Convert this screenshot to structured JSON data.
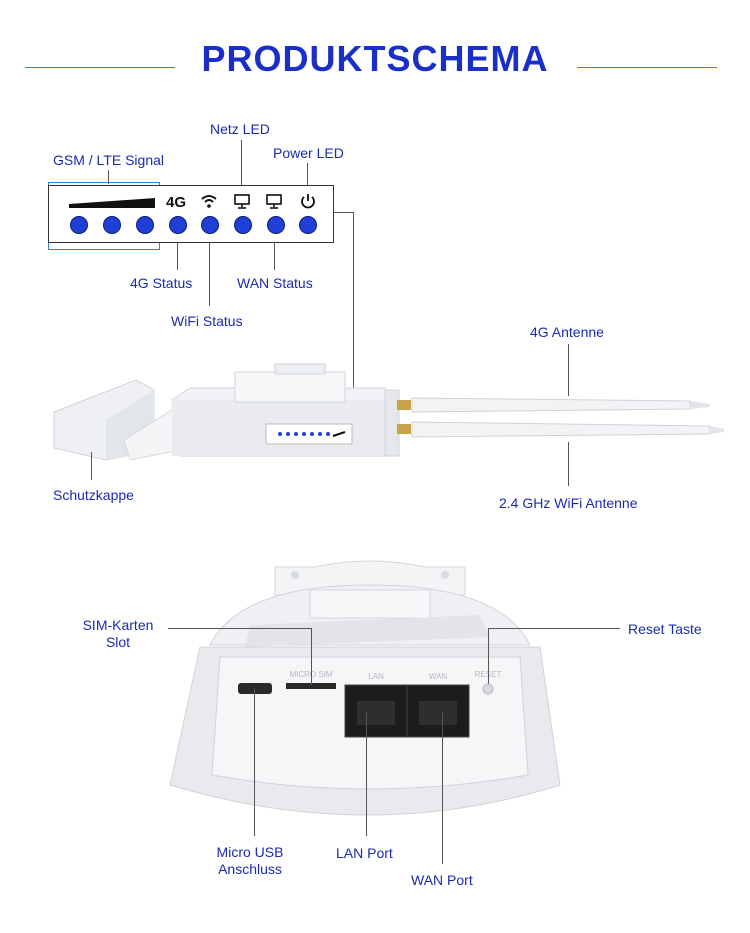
{
  "title": "PRODUKTSCHEMA",
  "panel": {
    "net_label": "4G"
  },
  "labels": {
    "gsm_lte": "GSM / LTE Signal",
    "netz_led": "Netz LED",
    "power_led": "Power LED",
    "status_4g": "4G Status",
    "wifi_status": "WiFi Status",
    "wan_status": "WAN Status",
    "antenne_4g": "4G Antenne",
    "antenne_wifi": "2.4 GHz WiFi Antenne",
    "schutzkappe": "Schutzkappe",
    "sim_slot_line1": "SIM-Karten",
    "sim_slot_line2": "Slot",
    "reset": "Reset Taste",
    "micro_usb_line1": "Micro USB",
    "micro_usb_line2": "Anschluss",
    "lan_port": "LAN Port",
    "wan_port": "WAN Port"
  },
  "device_print": {
    "sim": "MICRO SIM",
    "lan": "LAN",
    "wan": "WAN",
    "reset": "RESET"
  },
  "colors": {
    "accent": "#1a2fc7",
    "led": "#1f3fd6",
    "rule": "#2a8ad8"
  }
}
